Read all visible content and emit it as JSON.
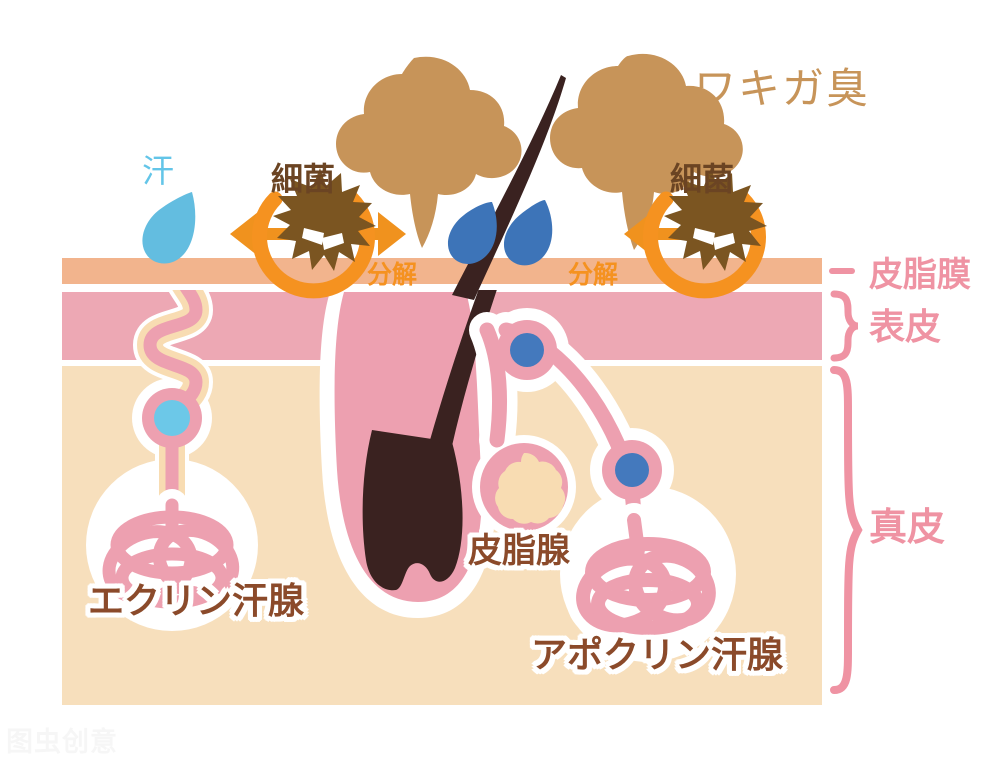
{
  "diagram": {
    "title_visible": false,
    "labels": {
      "odor": "ワキガ臭",
      "sweat": "汗",
      "bacteria_left": "細菌",
      "bacteria_right": "細菌",
      "decompose_left": "分解",
      "decompose_right": "分解",
      "sebum_film": "皮脂膜",
      "epidermis": "表皮",
      "dermis": "真皮",
      "eccrine_gland": "エクリン汗腺",
      "apocrine_gland": "アポクリン汗腺",
      "sebaceous_gland": "皮脂腺"
    },
    "watermark": "图虫创意",
    "colors": {
      "background": "#ffffff",
      "sebum_film_layer": "#f2b48d",
      "epidermis_layer": "#eda8b4",
      "dermis_layer": "#f7dfbc",
      "gland_duct_pink": "#eda0b0",
      "gland_outline_white": "#ffffff",
      "duct_inner_cream": "#f8dcb2",
      "eccrine_node_blue": "#6cc8e8",
      "apocrine_node_blue": "#4479bd",
      "sweat_drop_light": "#63bde0",
      "sweat_drop_dark": "#3d74b8",
      "odor_cloud": "#c79459",
      "bacteria_body": "#7b5521",
      "bacteria_ring_orange": "#f59220",
      "arrow_orange": "#f0921e",
      "hair_dark": "#3a2220",
      "label_brown": "#8b4a2a",
      "label_pink": "#ef93a3",
      "label_odor": "#c79459",
      "label_sweat_blue": "#63c5e8",
      "label_orange": "#f59220"
    },
    "icons": {
      "bacteria": "bacteria-icon",
      "odor_cloud": "odor-cloud-icon",
      "sweat_drop": "sweat-drop-icon",
      "hair": "hair-shaft-icon",
      "brace": "curly-brace-icon",
      "dash": "dash-marker-icon",
      "arrow": "arrow-icon"
    }
  }
}
